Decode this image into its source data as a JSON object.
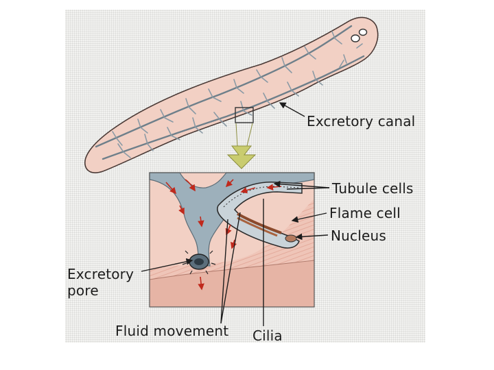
{
  "diagram": {
    "labels": {
      "excretory_canal": "Excretory canal",
      "tubule_cells": "Tubule cells",
      "flame_cell": "Flame cell",
      "nucleus": "Nucleus",
      "excretory_pore_line1": "Excretory",
      "excretory_pore_line2": "pore",
      "fluid_movement": "Fluid movement",
      "cilia": "Cilia"
    },
    "colors": {
      "body": "#f1cfc4",
      "tissue": "#e8bcae",
      "canal": "#9db0bb",
      "outline": "#2a2a2a",
      "flow_arrows": "#c0291c",
      "zoom_arrow": "#c9cc6f"
    }
  }
}
